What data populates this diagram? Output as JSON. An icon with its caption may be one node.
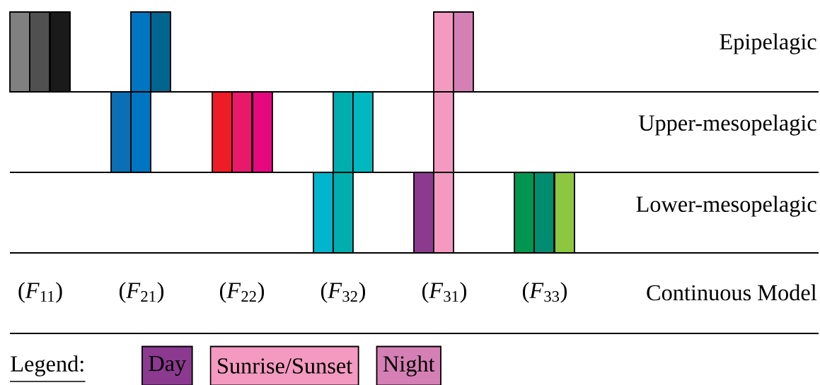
{
  "diagram": {
    "labels": [
      "Epipelagic",
      "Upper-mesopelagic",
      "Lower-mesopelagic",
      "(*F*$_{11}$)",
      "(*F*$_{21}$)",
      "(*F*$_{22}$)",
      "(*F*$_{32}$)",
      "(*F*$_{31}$)",
      "(*F*$_{33}$)",
      "Continuous Model",
      "Legend:"
    ],
    "legend": [
      {
        "text": "Day",
        "color": "#8b3a8f"
      },
      {
        "text": "Sunrise/Sunset",
        "color": "#f49ac1"
      },
      {
        "text": "Night",
        "color": "#d580b5"
      }
    ]
  }
}
